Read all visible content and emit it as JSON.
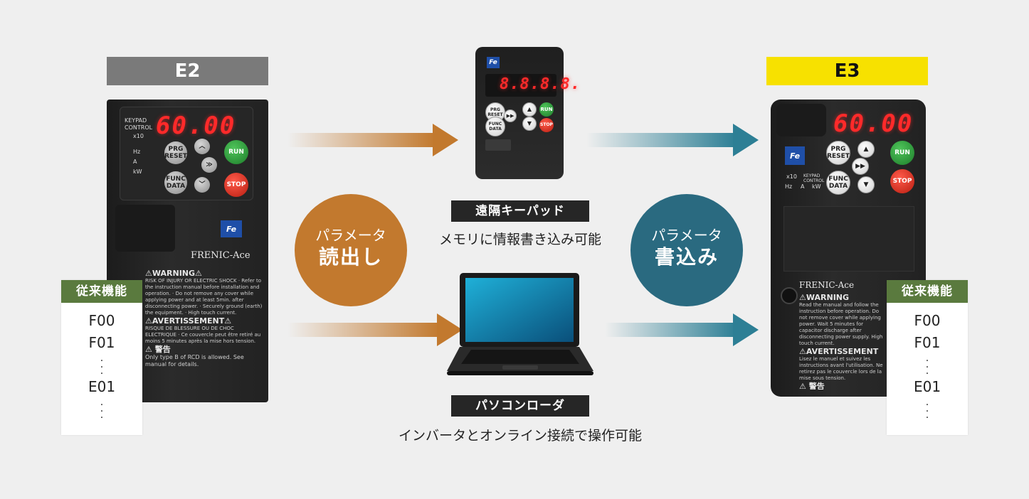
{
  "labels": {
    "e2": "E2",
    "e3": "E3",
    "conventional_function": "従来機能",
    "remote_keypad": "遠隔キーパッド",
    "remote_caption": "メモリに情報書き込み可能",
    "pc_loader": "パソコンローダ",
    "pc_loader_caption": "インバータとオンライン接続で操作可能",
    "read_line1": "パラメータ",
    "read_line2": "読出し",
    "write_line1": "パラメータ",
    "write_line2": "書込み"
  },
  "function_codes": [
    "F00",
    "F01",
    "E01"
  ],
  "devices": {
    "e2": {
      "display": "60.00",
      "keypad_control": "KEYPAD CONTROL",
      "x10": "x10",
      "hz": "Hz",
      "a": "A",
      "kw": "kW",
      "prg_reset": "PRG RESET",
      "func_data": "FUNC DATA",
      "run": "RUN",
      "stop": "STOP",
      "logo": "Fe",
      "brand": "FRENIC-Ace",
      "warning_title": "⚠WARNING⚠",
      "warning_text": "RISK OF INJURY OR ELECTRIC SHOCK · Refer to the instruction manual before installation and operation. · Do not remove any cover while applying power and at least 5min. after disconnecting power. · Securely ground (earth) the equipment. · High touch current.",
      "avert_title": "⚠AVERTISSEMENT⚠",
      "avert_text": "RISQUE DE BLESSURE OU DE CHOC ELECTRIQUE · Ce couvercle peut être retiré au moins 5 minutes après la mise hors tension.",
      "jp_warning": "⚠ 警告",
      "rcd_text": "Only type B of RCD is allowed. See manual for details."
    },
    "e3": {
      "display": "60.00",
      "keypad_control": "KEYPAD CONTROL",
      "x10": "x10",
      "hz": "Hz",
      "a": "A",
      "kw": "kW",
      "prg_reset": "PRG RESET",
      "func_data": "FUNC DATA",
      "run": "RUN",
      "stop": "STOP",
      "logo": "Fe",
      "brand": "FRENIC-Ace",
      "warning_title": "⚠WARNING",
      "warning_text": "Read the manual and follow the instruction before operation. Do not remove cover while applying power. Wait 5 minutes for capacitor discharge after disconnecting power supply. High touch current.",
      "avert_title": "⚠AVERTISSEMENT",
      "avert_text": "Lisez le manuel et suivez les instructions avant l'utilisation. Ne retirez pas le couvercle lors de la mise sous tension.",
      "jp_warning": "⚠ 警告"
    },
    "remote": {
      "display": "8.8.8.8.",
      "prg_reset": "PRG RESET",
      "func_data": "FUNC DATA",
      "run": "RUN",
      "stop": "STOP",
      "logo": "Fe"
    }
  },
  "colors": {
    "background": "#efefef",
    "e2_label": "#7a7a7a",
    "e3_label": "#f7e100",
    "card_header": "#5a7a3e",
    "read_circle": "#c2792e",
    "write_circle": "#2a6a80",
    "read_arrow": "#c2792e",
    "write_arrow": "#2d7f95"
  }
}
